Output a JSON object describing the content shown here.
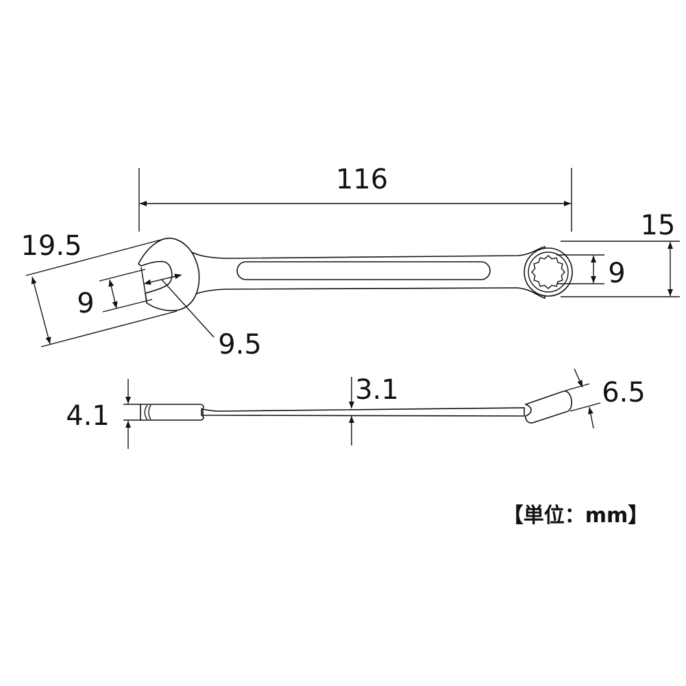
{
  "dimensions": {
    "overall_length": "116",
    "open_end_head_width": "19.5",
    "open_end_jaw_size": "9",
    "open_end_jaw_depth": "9.5",
    "ring_end_outer": "15",
    "ring_end_size": "9",
    "open_end_thickness": "4.1",
    "handle_thickness": "3.1",
    "ring_end_thickness": "6.5"
  },
  "unit_label": "【単位：mm】"
}
